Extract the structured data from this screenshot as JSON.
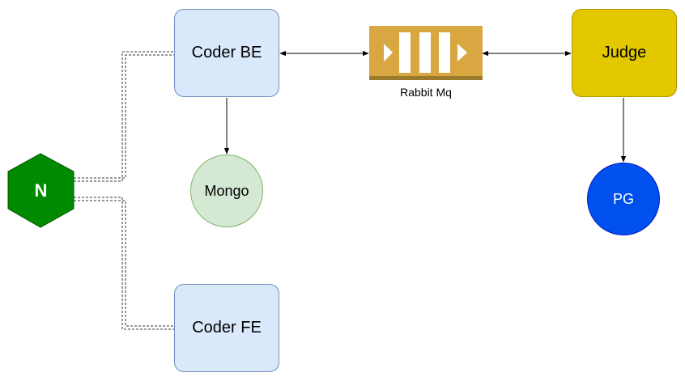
{
  "nodes": {
    "coder_be": "Coder BE",
    "coder_fe": "Coder FE",
    "judge": "Judge",
    "mongo": "Mongo",
    "pg": "PG",
    "rabbit_mq": "Rabbit Mq",
    "nginx": "N"
  },
  "colors": {
    "service_fill": "#dae8fc",
    "service_stroke": "#6c8ebf",
    "judge_fill": "#e3c800",
    "mongo_fill": "#d5e8d4",
    "pg_fill": "#0050ef",
    "queue_fill": "#d9a741",
    "queue_bar": "#9c7a2c",
    "nginx_fill": "#008a00"
  },
  "icons": {
    "queue": "queue-icon",
    "nginx": "hexagon-icon"
  }
}
